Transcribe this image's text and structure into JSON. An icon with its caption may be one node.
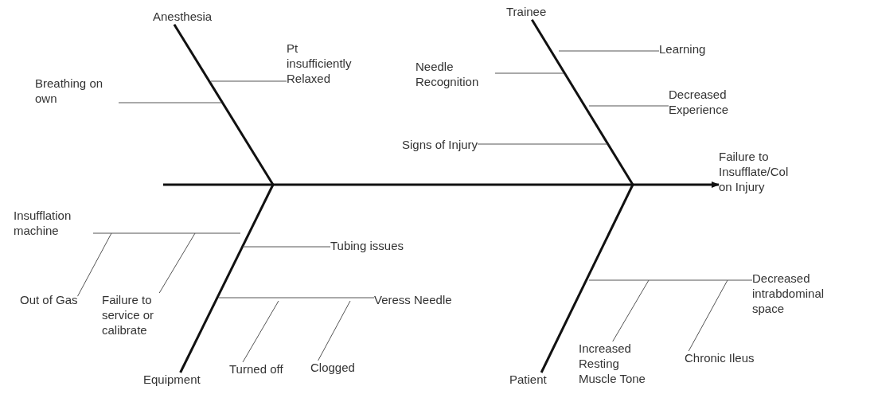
{
  "diagram": {
    "nodes": [
      {
        "text": [
          "Anesthesia"
        ]
      },
      {
        "text": [
          "Trainee"
        ]
      },
      {
        "text": [
          "Learning"
        ]
      },
      {
        "text": [
          "Pt insufficiently Relaxed"
        ]
      },
      {
        "text": [
          "Needle Recognition"
        ]
      },
      {
        "text": [
          "Breathing on own"
        ]
      },
      {
        "text": [
          "Decreased Experience"
        ]
      },
      {
        "text": [
          "Signs of Injury"
        ]
      },
      {
        "text": [
          "Failure to Insufflate/Col on Injury"
        ]
      },
      {
        "text": [
          "Insufflation machine"
        ]
      },
      {
        "text": [
          "Tubing issues"
        ]
      },
      {
        "text": [
          "Decreased intrabdominal space"
        ]
      },
      {
        "text": [
          "Out of Gas"
        ]
      },
      {
        "text": [
          "Failure to service or calibrate"
        ]
      },
      {
        "text": [
          "Veress Needle"
        ]
      },
      {
        "text": [
          "Chronic Ileus"
        ]
      },
      {
        "text": [
          "Increased Resting Muscle Tone"
        ]
      },
      {
        "text": [
          "Turned off"
        ]
      },
      {
        "text": [
          "Clogged"
        ]
      },
      {
        "text": [
          "Equipment"
        ]
      },
      {
        "text": [
          "Patient"
        ]
      }
    ],
    "edges": [
      {
        "from": null,
        "to": 8,
        "arrow": "to",
        "style": "thick"
      },
      {
        "from": 0,
        "to": null,
        "arrow": "none",
        "style": "thick"
      },
      {
        "from": 1,
        "to": null,
        "arrow": "none",
        "style": "thick"
      },
      {
        "from": 19,
        "to": null,
        "arrow": "none",
        "style": "thick"
      },
      {
        "from": 20,
        "to": null,
        "arrow": "none",
        "style": "thick"
      },
      {
        "from": 3,
        "to": null,
        "arrow": "none"
      },
      {
        "from": 5,
        "to": null,
        "arrow": "none"
      },
      {
        "from": 4,
        "to": null,
        "arrow": "none"
      },
      {
        "from": 2,
        "to": null,
        "arrow": "none"
      },
      {
        "from": 6,
        "to": null,
        "arrow": "none"
      },
      {
        "from": 7,
        "to": null,
        "arrow": "none"
      },
      {
        "from": 9,
        "to": null,
        "arrow": "none"
      },
      {
        "from": 12,
        "to": null,
        "arrow": "none"
      },
      {
        "from": 13,
        "to": null,
        "arrow": "none"
      },
      {
        "from": 10,
        "to": null,
        "arrow": "none"
      },
      {
        "from": 14,
        "to": null,
        "arrow": "none"
      },
      {
        "from": 17,
        "to": null,
        "arrow": "none"
      },
      {
        "from": 18,
        "to": null,
        "arrow": "none"
      },
      {
        "from": 11,
        "to": null,
        "arrow": "none"
      },
      {
        "from": 16,
        "to": null,
        "arrow": "none"
      },
      {
        "from": 15,
        "to": null,
        "arrow": "none"
      }
    ]
  }
}
